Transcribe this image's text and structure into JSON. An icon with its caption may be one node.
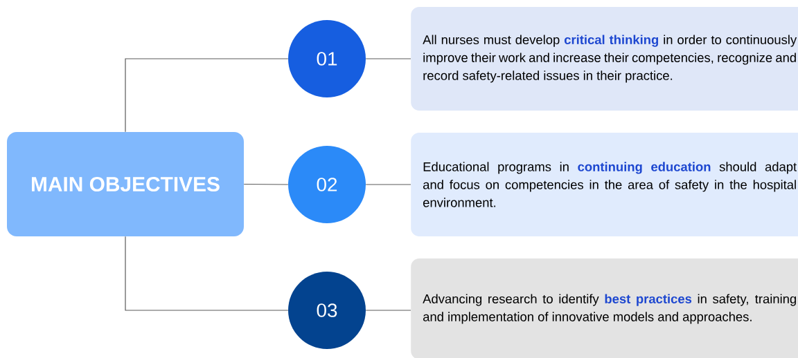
{
  "diagram": {
    "nodes": [
      {
        "text": [
          "MAIN OBJECTIVES"
        ]
      },
      {
        "text": [
          "01"
        ]
      },
      {
        "text": [
          "All nurses must develop **critical thinking** in order to continuously improve their work and increase their competencies, recognize and record safety-related issues in their practice."
        ]
      },
      {
        "text": [
          "02"
        ]
      },
      {
        "text": [
          "Educational programs in **continuing education** should adapt and focus on competencies in the area of safety in the hospital environment."
        ]
      },
      {
        "text": [
          "03"
        ]
      },
      {
        "text": [
          "Advancing research to identify **best practices** in safety, training and implementation of innovative models and approaches."
        ]
      }
    ],
    "edges": [
      {
        "from": 0,
        "to": 1,
        "arrow": "none"
      },
      {
        "from": 1,
        "to": 2,
        "arrow": "none"
      },
      {
        "from": 0,
        "to": 3,
        "arrow": "none"
      },
      {
        "from": 3,
        "to": 4,
        "arrow": "none"
      },
      {
        "from": 0,
        "to": 5,
        "arrow": "none"
      },
      {
        "from": 5,
        "to": 6,
        "arrow": "none"
      }
    ]
  }
}
